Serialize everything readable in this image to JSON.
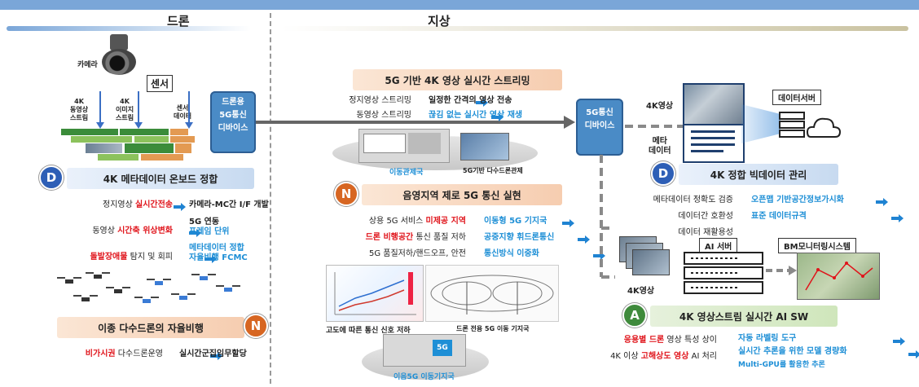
{
  "sections": {
    "drone": "드론",
    "ground": "지상"
  },
  "devices": {
    "drone_5g": [
      "드론용",
      "5G통신",
      "디바이스"
    ],
    "ground_5g": [
      "5G통신",
      "디바이스"
    ]
  },
  "drone_area": {
    "camera": "카메라",
    "sensor": "센서",
    "streams": [
      [
        "4K",
        "동영상",
        "스트림"
      ],
      [
        "4K",
        "이미지",
        "스트림"
      ],
      [
        "센서",
        "데이터"
      ]
    ]
  },
  "metadata_onboard": {
    "badge": "D",
    "title": "4K 메타데이터 온보드 정합",
    "rows": [
      {
        "pre": "정지영상 ",
        "red": "실시간전송",
        "post": "",
        "result": "카메라-MC간 I/F 개발"
      },
      {
        "pre": "동영상 ",
        "red": "시간축 위상변화",
        "post": "",
        "result": [
          "5G 연동",
          "프레임 단위"
        ]
      },
      {
        "pre": "",
        "red": "돌발장애물",
        "post": " 탐지 및 회피",
        "result": [
          "메타데이터 정합",
          "자율비행 FCMC"
        ]
      }
    ]
  },
  "autonomous": {
    "badge": "N",
    "title": "이종 다수드론의 자율비행",
    "row": {
      "red": "비가시권",
      "post": " 다수드론운영",
      "result": "실시간군집임무할당"
    }
  },
  "streaming": {
    "title": "5G 기반 4K 영상 실시간 스트리밍",
    "rows": [
      {
        "left": "정지영상 스트리밍",
        "right": "일정한 간격의 영상 전송",
        "color": "dark"
      },
      {
        "left": "동영상 스트리밍",
        "right": "끊김 없는 실시간 영상 재생",
        "color": "blue"
      }
    ],
    "vehicle_label": "이동관제국",
    "monitor_label": "5G기반 다수드론관제"
  },
  "shadow": {
    "badge": "N",
    "title": "음영지역 제로 5G 통신 실현",
    "rows": [
      {
        "pre": "상용 5G 서비스 ",
        "red": "미제공 지역",
        "post": "",
        "result": "이동형 5G 기지국"
      },
      {
        "pre": "",
        "red": "드론 비행공간",
        "post": " 통신 품질 저하",
        "result": "공중지향 휘드론통신"
      },
      {
        "pre": "5G 품질저하/핸드오프, 안전",
        "red": "",
        "post": "",
        "result": "통신방식 이중화"
      }
    ],
    "caption_left": "고도에 따른 통신 신호 저하",
    "caption_right": "드론 전용 5G 이동 기지국",
    "mobile_label": "이음5G 이동기지국",
    "mobile_badge": "5G"
  },
  "bigdata": {
    "video_label": "4K영상",
    "meta_label": [
      "메타",
      "데이터"
    ],
    "server_label": "데이터서버",
    "badge": "D",
    "title": "4K 정합 빅데이터 관리",
    "rows": [
      {
        "left": "메타데이터 정확도 검증",
        "right": "오픈맵 기반공간정보가시화"
      },
      {
        "left": "데이터간 호환성",
        "right": "표준 데이터규격"
      },
      {
        "left": "데이터 재활용성",
        "right": ""
      }
    ]
  },
  "ai": {
    "server_label": "AI 서버",
    "monitor_label": "BM모니터링시스템",
    "video_label": "4K영상",
    "badge": "A",
    "title": "4K 영상스트림 실시간 AI SW",
    "rows": [
      {
        "red": "응용별 드론",
        "post": " 영상 특성 상이"
      },
      {
        "pre": "4K 이상 ",
        "red": "고해상도 영상",
        "post": " AI 처리"
      }
    ],
    "results": [
      "자동 라벨링 도구",
      "실시간 추론을 위한 모델 경량화",
      "Multi-GPU를 활용한 추론"
    ]
  },
  "colors": {
    "accent_blue": "#1e8fd6",
    "accent_red": "#e0141b",
    "device_blue": "#4a8bc6"
  }
}
